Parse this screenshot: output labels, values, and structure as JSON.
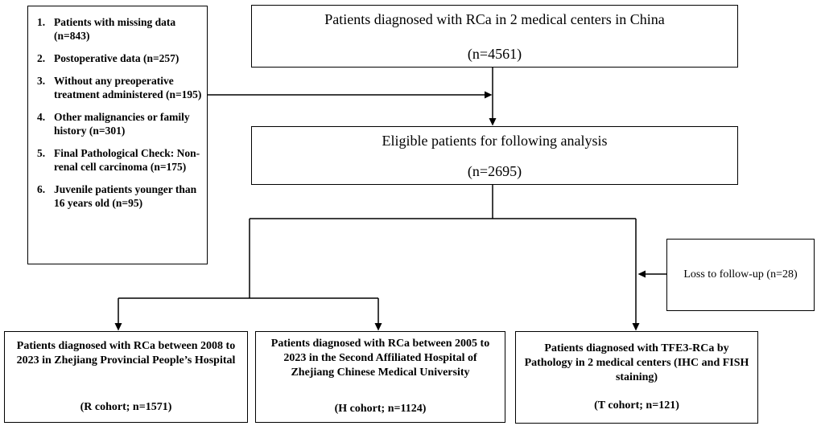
{
  "diagram": {
    "colors": {
      "line": "#000000",
      "background": "#ffffff",
      "text": "#000000"
    },
    "exclusion_box": {
      "items": [
        {
          "num": "1.",
          "text": "Patients with missing data (n=843)"
        },
        {
          "num": "2.",
          "text": "Postoperative data (n=257)"
        },
        {
          "num": "3.",
          "text": "Without any preoperative treatment administered (n=195)"
        },
        {
          "num": "4.",
          "text": "Other malignancies or family history (n=301)"
        },
        {
          "num": "5.",
          "text": "Final Pathological Check: Non-renal cell carcinoma (n=175)"
        },
        {
          "num": "6.",
          "text": "Juvenile patients younger than 16 years old (n=95)"
        }
      ]
    },
    "top_box": {
      "title": "Patients diagnosed with RCa in 2 medical centers in China",
      "n": "(n=4561)"
    },
    "eligible_box": {
      "title": "Eligible patients for following analysis",
      "n": "(n=2695)"
    },
    "loss_box": {
      "label": "Loss to follow-up (n=28)"
    },
    "cohort_boxes": [
      {
        "title": "Patients diagnosed with RCa between 2008 to 2023 in Zhejiang Provincial People’s Hospital",
        "n": "(R cohort; n=1571)"
      },
      {
        "title": "Patients diagnosed with RCa between 2005 to 2023 in the Second Affiliated Hospital of Zhejiang Chinese Medical University",
        "n": "(H cohort; n=1124)"
      },
      {
        "title": "Patients diagnosed with TFE3-RCa by Pathology in 2 medical centers (IHC and FISH staining)",
        "n": "(T cohort; n=121)"
      }
    ]
  }
}
